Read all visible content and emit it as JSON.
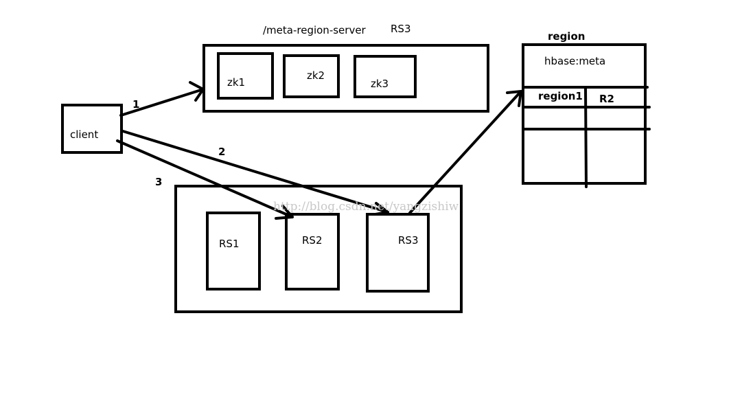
{
  "diagram": {
    "path_label": "/meta-region-server",
    "path_owner": "RS3",
    "zk_nodes": [
      "zk1",
      "zk2",
      "zk3"
    ],
    "client_label": "client",
    "region_servers": [
      "RS1",
      "RS2",
      "RS3"
    ],
    "region_title": "region",
    "meta_table": "hbase:meta",
    "meta_regions": [
      "region1",
      "R2"
    ],
    "step_labels": [
      "1",
      "2",
      "3"
    ],
    "watermark": "http://blog.csdn.net/yangzishiw"
  }
}
